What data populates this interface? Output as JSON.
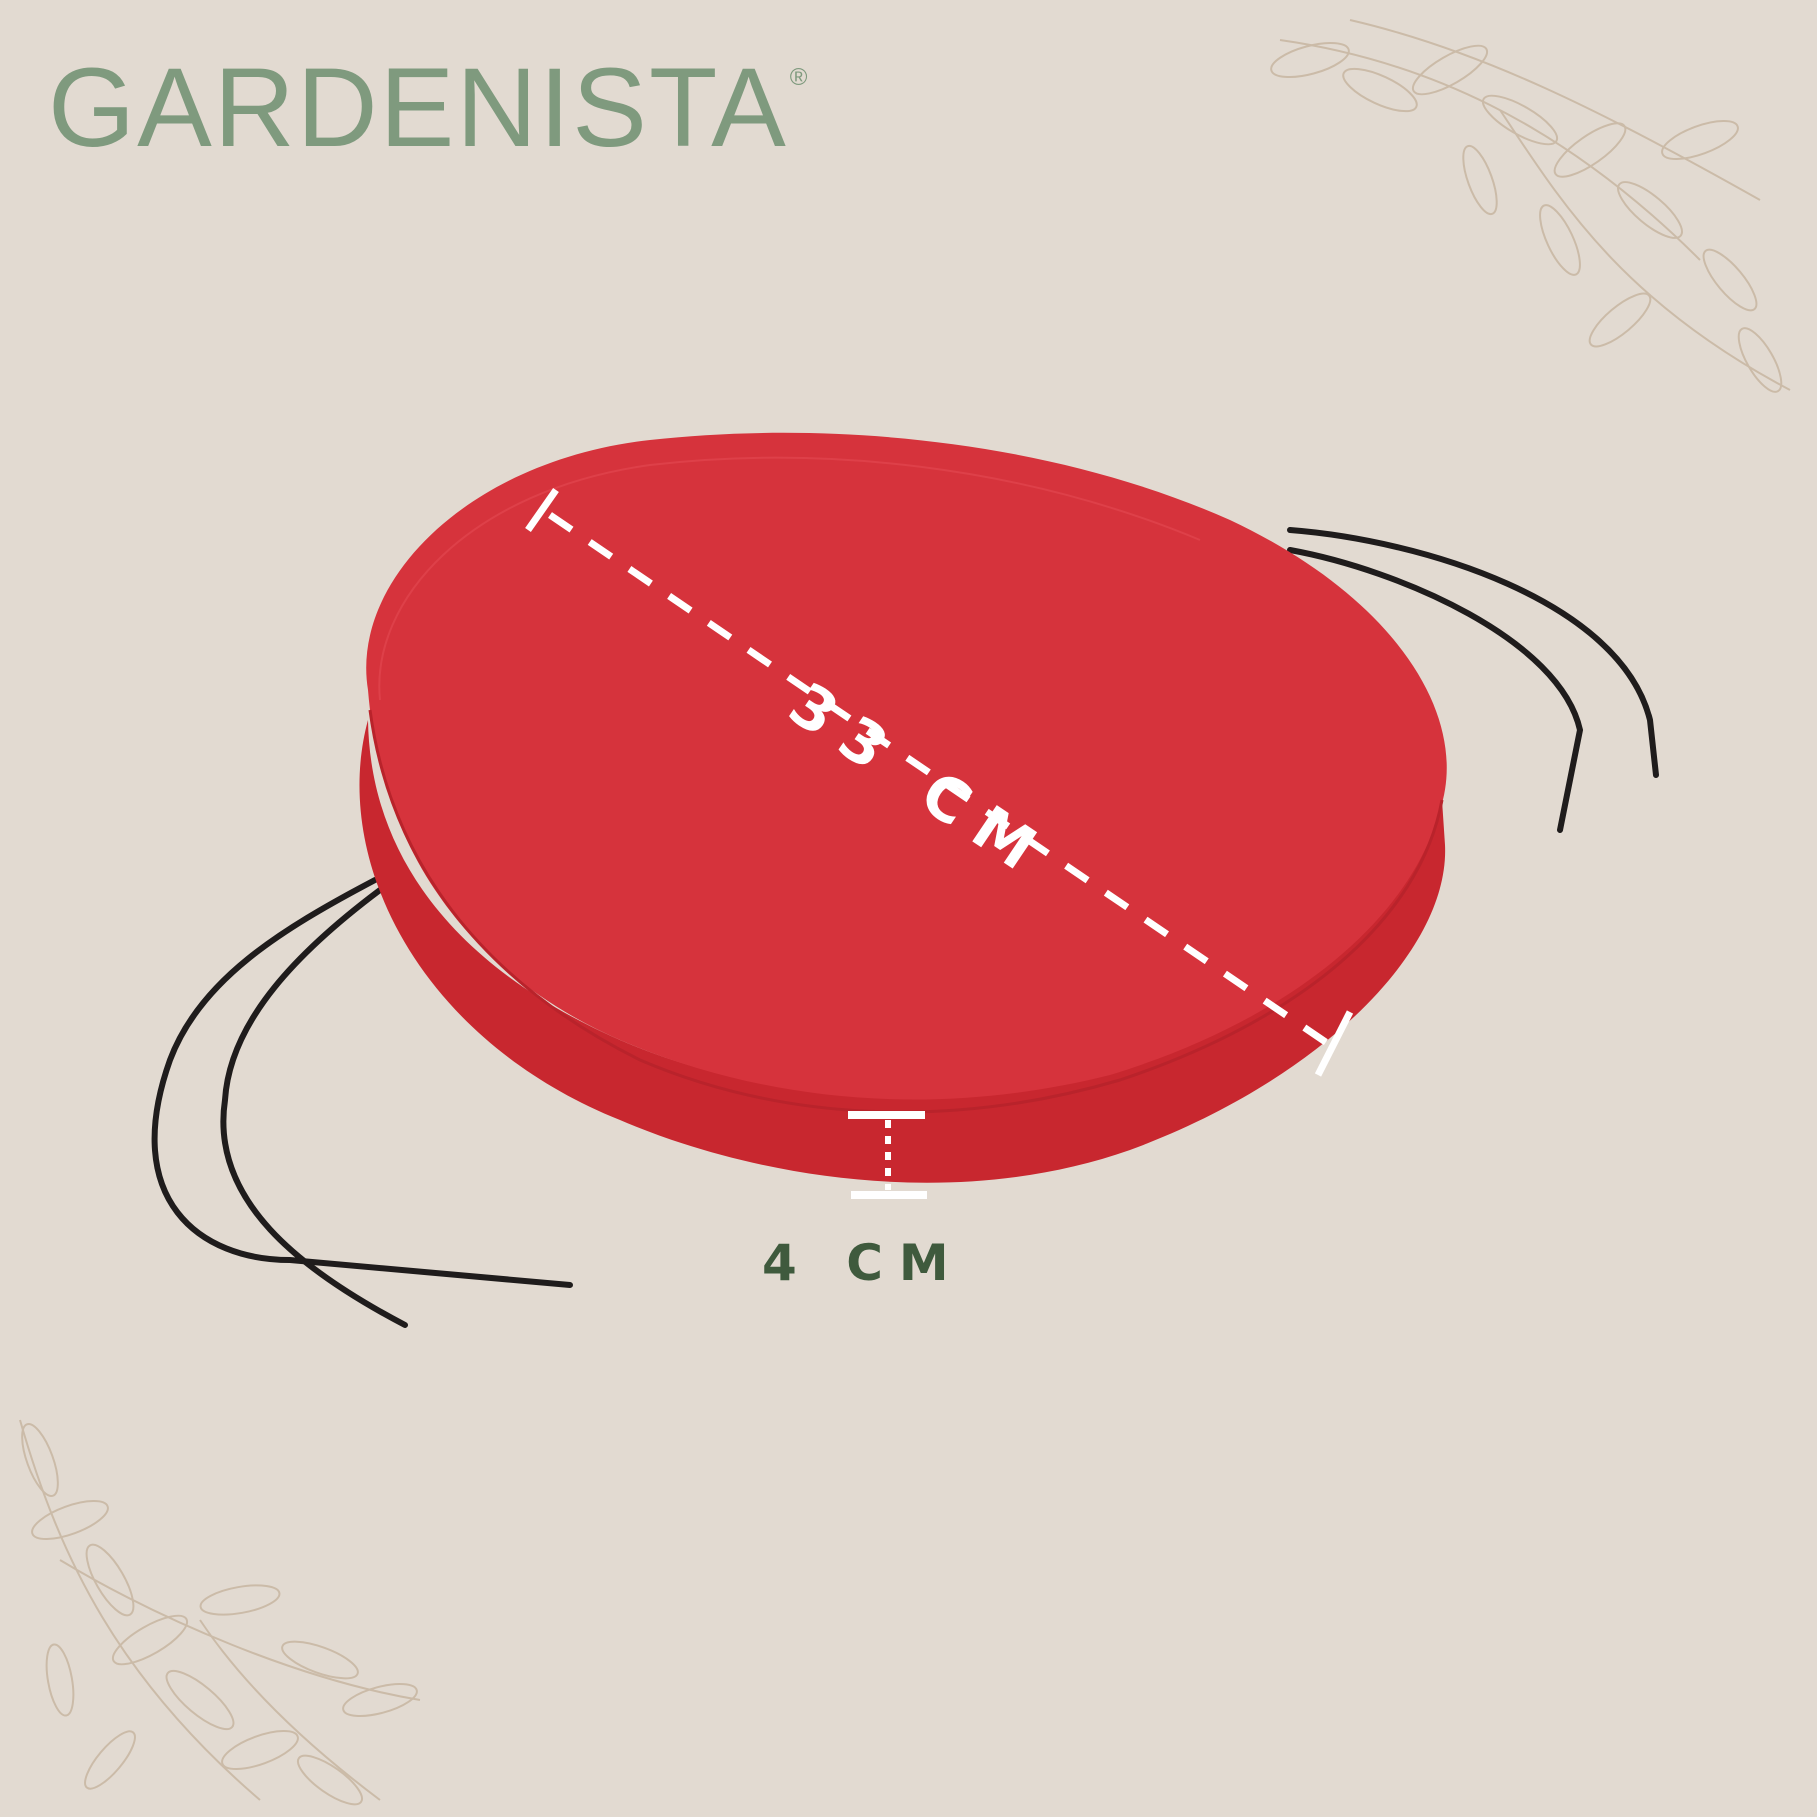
{
  "brand": {
    "name": "GARDENISTA",
    "registered_mark": "®"
  },
  "product": {
    "name": "round-seat-cushion",
    "color": "#d6333c",
    "tie_color": "#1f1c1c"
  },
  "dimensions": {
    "diameter_label": "33 CM",
    "thickness_label": "4 CM"
  },
  "colors": {
    "background": "#e2dad1",
    "brand_green": "#7f9a7e",
    "label_green": "#3f5a3d",
    "leaf_outline": "#cbbba8"
  }
}
